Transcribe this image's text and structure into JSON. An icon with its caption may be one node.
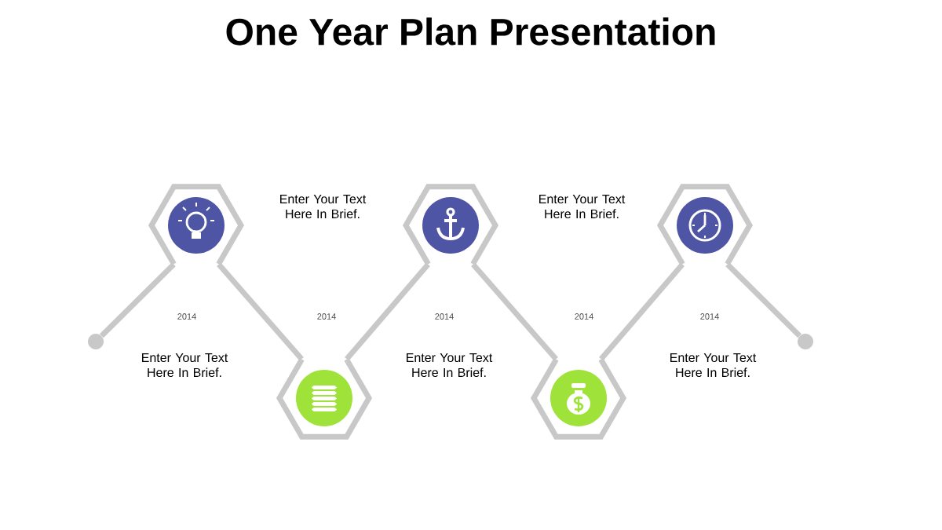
{
  "diagram": {
    "title": "One Year Plan Presentation",
    "nodes": [
      {
        "text": [],
        "shape": "circle"
      },
      {
        "text": [],
        "shape": "hexagon"
      },
      {
        "text": [],
        "shape": "hexagon"
      },
      {
        "text": [],
        "shape": "hexagon"
      },
      {
        "text": [],
        "shape": "hexagon"
      },
      {
        "text": [],
        "shape": "hexagon"
      },
      {
        "text": [],
        "shape": "circle"
      }
    ],
    "edges": [
      {
        "from": 0,
        "to": 1,
        "arrow": "none"
      },
      {
        "from": 1,
        "to": 2,
        "arrow": "none"
      },
      {
        "from": 2,
        "to": 3,
        "arrow": "none"
      },
      {
        "from": 3,
        "to": 4,
        "arrow": "none"
      },
      {
        "from": 4,
        "to": 5,
        "arrow": "none"
      },
      {
        "from": 5,
        "to": 6,
        "arrow": "none"
      }
    ],
    "labels": [
      "Enter Your Text Here In Brief.",
      "Enter Your Text Here In Brief.",
      "2014",
      "2014",
      "2014",
      "2014",
      "2014",
      "Enter Your Text Here In Brief.",
      "Enter Your Text Here In Brief.",
      "Enter Your Text Here In Brief."
    ]
  }
}
